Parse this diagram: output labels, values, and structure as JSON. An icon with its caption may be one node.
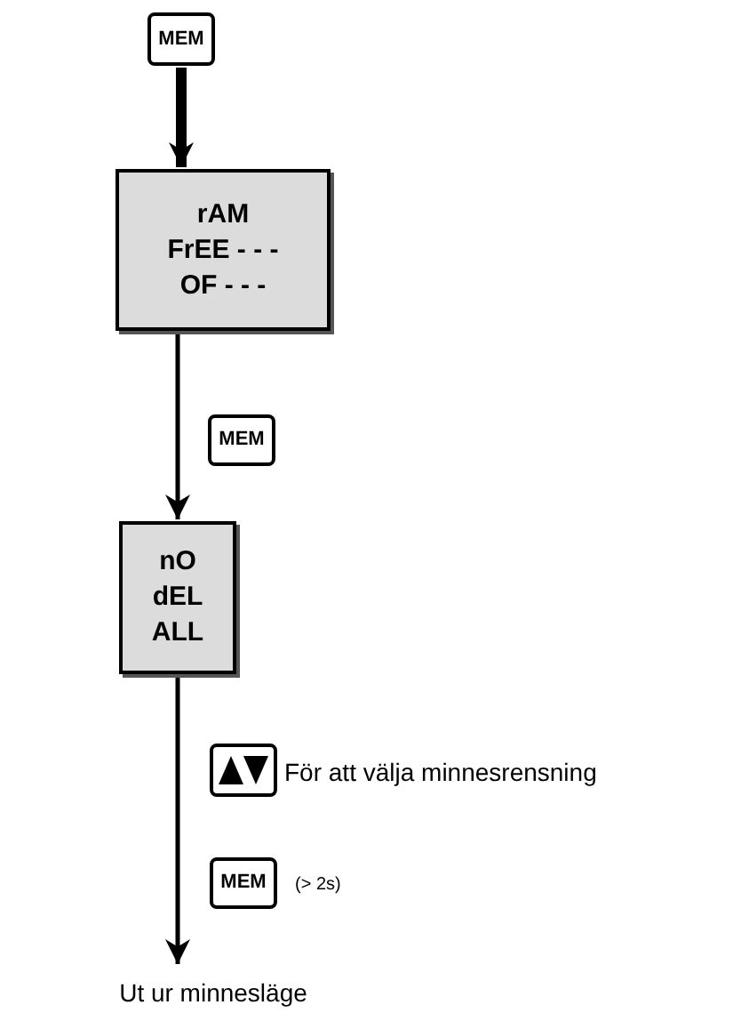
{
  "diagram": {
    "nodes": [
      {
        "text": [
          "MEM"
        ]
      },
      {
        "text": [
          "rAM",
          "FrEE - - -",
          "OF - - -"
        ]
      },
      {
        "text": [
          "nO",
          "dEL",
          "ALL"
        ]
      },
      {
        "text": [
          "Ut ur minnesläge"
        ]
      }
    ],
    "edges": [
      {
        "from": 0,
        "to": 1,
        "arrow": "to",
        "style": "thick"
      },
      {
        "from": 1,
        "to": 2,
        "arrow": "to",
        "label": "MEM"
      },
      {
        "from": 2,
        "to": 3,
        "arrow": "to"
      }
    ],
    "labels": [
      "För att välja minnesrensning",
      "MEM",
      "(> 2s)"
    ]
  }
}
